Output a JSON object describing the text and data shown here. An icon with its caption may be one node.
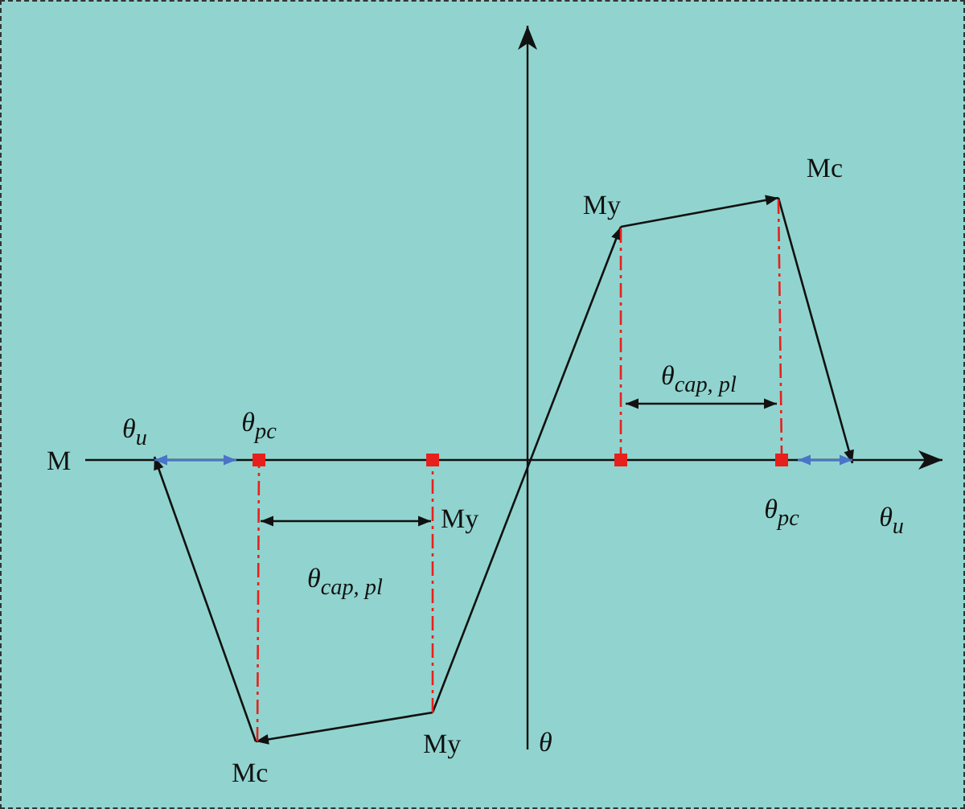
{
  "diagram": {
    "nodes": [
      {
        "text": [
          "My"
        ]
      },
      {
        "text": [
          "Mc"
        ]
      },
      {
        "text": [
          "θ$_{u}$"
        ]
      },
      {
        "text": [
          "θ$_{pc}$"
        ]
      },
      {
        "text": [],
        "shape": "box"
      },
      {
        "text": [
          "My"
        ]
      },
      {
        "text": [
          "Mc"
        ]
      },
      {
        "text": [
          "θ$_{u}$"
        ]
      },
      {
        "text": [
          "θ$_{pc}$"
        ]
      },
      {
        "text": [],
        "shape": "box"
      }
    ],
    "edges": [
      {
        "from": 5,
        "to": 0,
        "arrow": "to"
      },
      {
        "from": 0,
        "to": 1,
        "arrow": "to"
      },
      {
        "from": 1,
        "to": 2,
        "arrow": "to"
      },
      {
        "from": 5,
        "to": 6,
        "arrow": "to"
      },
      {
        "from": 6,
        "to": 7,
        "arrow": "to"
      },
      {
        "from": 3,
        "to": 2,
        "arrow": "both",
        "color": "#4a74c8"
      },
      {
        "from": 8,
        "to": 7,
        "arrow": "both",
        "color": "#4a74c8"
      },
      {
        "from": 0,
        "to": 9,
        "arrow": "none",
        "style": "dashed",
        "color": "#e8201c"
      },
      {
        "from": 1,
        "to": 3,
        "arrow": "none",
        "style": "dashed",
        "color": "#e8201c"
      },
      {
        "from": 6,
        "to": 8,
        "arrow": "none",
        "style": "dashed",
        "color": "#e8201c"
      },
      {
        "from": 5,
        "to": 4,
        "arrow": "none",
        "style": "dashed",
        "color": "#e8201c"
      }
    ],
    "labels": [
      "M",
      "θ",
      "θ$_{cap, pl}$",
      "My",
      "θ$_{cap, pl}$"
    ]
  }
}
